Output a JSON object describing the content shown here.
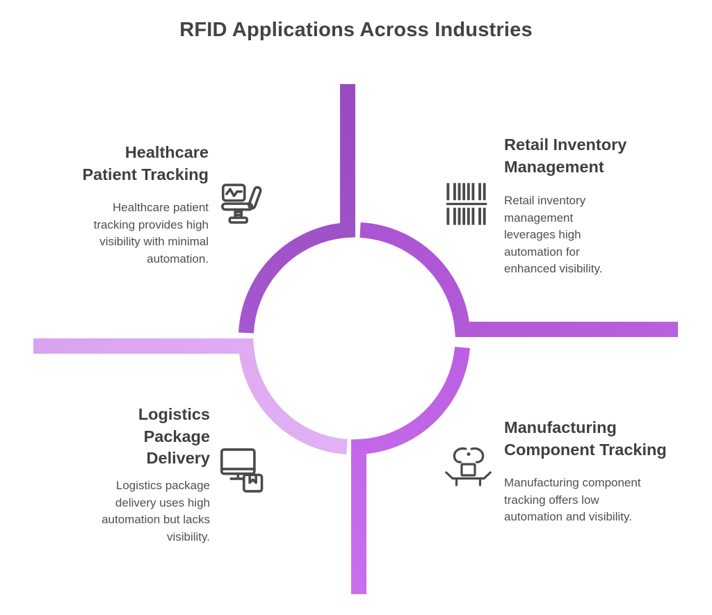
{
  "title": "RFID Applications Across Industries",
  "colors": {
    "background": "#FFFFFF",
    "title-color": "#434343",
    "heading-color": "#3F3F3F",
    "body-color": "#4F4F4F",
    "icon-color": "#4A4A4A"
  },
  "graphic": {
    "description": "broken-ring-with-cross-arms",
    "tl": {
      "from": "#9A4AC1",
      "to": "#A458CE"
    },
    "tr": {
      "from": "#AC55D3",
      "to": "#BA5FDE"
    },
    "br": {
      "from": "#BC60E2",
      "to": "#C96FEE"
    },
    "bl": {
      "from": "#DAA2EE",
      "to": "#E2B1F4"
    }
  },
  "quadrants": {
    "healthcare": {
      "heading": "Healthcare\nPatient Tracking",
      "description": "Healthcare patient\ntracking provides high\nvisibility with minimal\nautomation.",
      "icon": "patient-chair-monitor-icon"
    },
    "retail": {
      "heading": "Retail Inventory\nManagement",
      "description": "Retail inventory\nmanagement\nleverages high\nautomation for\nenhanced visibility.",
      "icon": "barcode-icon"
    },
    "logistics": {
      "heading": "Logistics\nPackage\nDelivery",
      "description": "Logistics package\ndelivery uses high\nautomation but lacks\nvisibility.",
      "icon": "monitor-package-icon"
    },
    "manufacturing": {
      "heading": "Manufacturing\nComponent Tracking",
      "description": "Manufacturing component\ntracking offers low\nautomation and visibility.",
      "icon": "robot-gripper-icon"
    }
  }
}
